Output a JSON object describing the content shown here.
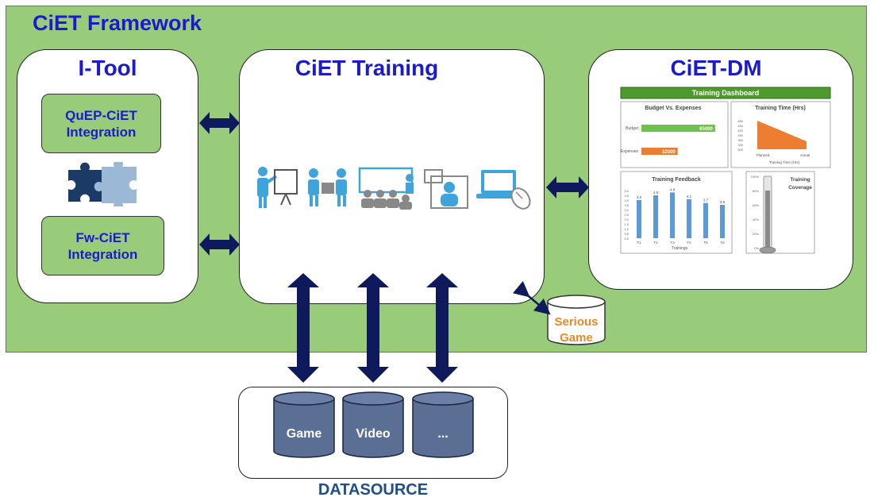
{
  "framework": {
    "title": "CiET Framework",
    "bg_color": "#99cc7a",
    "title_color": "#1b1bcc"
  },
  "itool": {
    "title": "I-Tool",
    "box1": {
      "line1": "QuEP-CiET",
      "line2": "Integration"
    },
    "box2": {
      "line1": "Fw-CiET",
      "line2": "Integration"
    },
    "puzzle_icon": "puzzle-pieces-icon"
  },
  "training": {
    "title": "CiET Training",
    "icons": [
      "presenter-board-icon",
      "meeting-people-icon",
      "classroom-icon",
      "online-tutor-icon",
      "laptop-mouse-icon"
    ],
    "icon_color": "#3fa3dc"
  },
  "dm": {
    "title": "CiET-DM",
    "dashboard": {
      "title": "Training Dashboard",
      "budget": {
        "title": "Budget Vs. Expenses",
        "labels": [
          "Budget",
          "Expenses"
        ],
        "values": [
          65000,
          32000
        ],
        "bar_labels": [
          "65000",
          "32000"
        ]
      },
      "time": {
        "title": "Training Time (Hrs)",
        "y_ticks": [
          "480",
          "450",
          "420",
          "390",
          "360",
          "330",
          "300"
        ],
        "x_labels": [
          "Planned",
          "Actual"
        ],
        "xlabel": "Training Time (Hrs)"
      },
      "feedback": {
        "title": "Training Feedback",
        "categories": [
          "T1",
          "T2",
          "T3",
          "T4",
          "T5",
          "T6"
        ],
        "values": [
          4.0,
          4.5,
          4.8,
          4.1,
          3.7,
          3.5
        ],
        "value_labels": [
          "4.0",
          "4.5",
          "4.8",
          "4.1",
          "3.7",
          "3.5"
        ],
        "y_ticks": [
          "5.0",
          "4.5",
          "4.0",
          "3.5",
          "3.0",
          "2.5",
          "2.0",
          "1.5",
          "1.0",
          "0.5",
          "0.0"
        ],
        "xlabel": "Trainings"
      },
      "coverage": {
        "title_line1": "Training",
        "title_line2": "Coverage",
        "y_ticks": [
          "100%",
          "80%",
          "60%",
          "40%",
          "20%",
          "0%"
        ],
        "value": 0.8
      }
    }
  },
  "serious_game": {
    "line1": "Serious",
    "line2": "Game",
    "color": "#e88a28"
  },
  "datasource": {
    "label": "DATASOURCE",
    "items": [
      "Game",
      "Video",
      "..."
    ],
    "cyl_color": "#5b6f95"
  },
  "arrow_color": "#0f1a5c"
}
